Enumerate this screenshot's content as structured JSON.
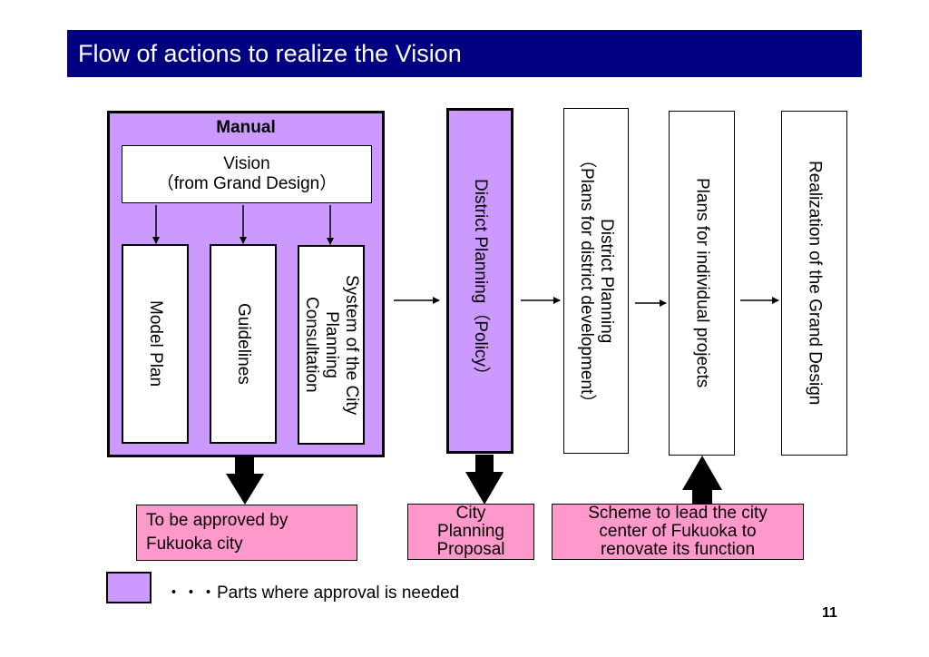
{
  "title": "Flow of actions to realize the Vision",
  "manual": {
    "label": "Manual",
    "vision": "Vision\n（from Grand Design）",
    "model_plan": "Model Plan",
    "guidelines": "Guidelines",
    "system_consultation": "System of the City\nPlanning\nConsultation"
  },
  "flow": {
    "district_policy": "District Planning（Policy）",
    "district_development": "District Planning\n（Plans for district development）",
    "individual_projects": "Plans for individual projects",
    "realization": "Realization of the Grand Design"
  },
  "notes": {
    "approved_by": "To be approved by\nFukuoka city",
    "proposal": "City\nPlanning\nProposal",
    "scheme": "Scheme to lead the city\ncenter of Fukuoka to\nrenovate its function"
  },
  "legend": {
    "text": "・・・Parts where approval is needed"
  },
  "page_number": "11",
  "colors": {
    "title_bar": "#000080",
    "approval_purple": "#cc99ff",
    "note_pink": "#ff99cc"
  }
}
